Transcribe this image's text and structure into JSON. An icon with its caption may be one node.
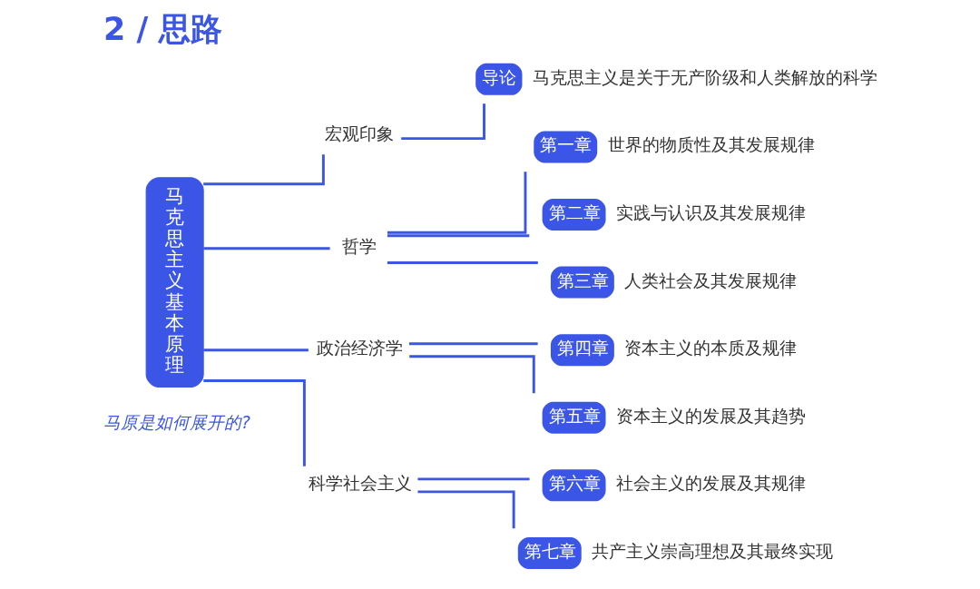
{
  "diagram": {
    "title": "2 / 思路",
    "nodes": [
      {
        "text": [
          "马克思主义基本原理"
        ]
      },
      {
        "text": [
          "宏观印象"
        ]
      },
      {
        "text": [
          "导论"
        ],
        "beside": [
          "马克思主义是关于无产阶级和人类解放的科学"
        ]
      },
      {
        "text": [
          "哲学"
        ]
      },
      {
        "text": [
          "第一章"
        ],
        "beside": [
          "世界的物质性及其发展规律"
        ]
      },
      {
        "text": [
          "第二章"
        ],
        "beside": [
          "实践与认识及其发展规律"
        ]
      },
      {
        "text": [
          "第三章"
        ],
        "beside": [
          "人类社会及其发展规律"
        ]
      },
      {
        "text": [
          "政治经济学"
        ]
      },
      {
        "text": [
          "第四章"
        ],
        "beside": [
          "资本主义的本质及规律"
        ]
      },
      {
        "text": [
          "第五章"
        ],
        "beside": [
          "资本主义的发展及其趋势"
        ]
      },
      {
        "text": [
          "科学社会主义"
        ]
      },
      {
        "text": [
          "第六章"
        ],
        "beside": [
          "社会主义的发展及其规律"
        ]
      },
      {
        "text": [
          "第七章"
        ],
        "beside": [
          "共产主义崇高理想及其最终实现"
        ]
      }
    ],
    "edges": [
      {
        "from": 0,
        "to": 1,
        "arrow": "none"
      },
      {
        "from": 0,
        "to": 3,
        "arrow": "none"
      },
      {
        "from": 0,
        "to": 7,
        "arrow": "none"
      },
      {
        "from": 0,
        "to": 10,
        "arrow": "none"
      },
      {
        "from": 1,
        "to": 2,
        "arrow": "none"
      },
      {
        "from": 3,
        "to": 4,
        "arrow": "none"
      },
      {
        "from": 3,
        "to": 5,
        "arrow": "none"
      },
      {
        "from": 3,
        "to": 6,
        "arrow": "none"
      },
      {
        "from": 7,
        "to": 8,
        "arrow": "none"
      },
      {
        "from": 7,
        "to": 9,
        "arrow": "none"
      },
      {
        "from": 10,
        "to": 11,
        "arrow": "none"
      },
      {
        "from": 10,
        "to": 12,
        "arrow": "none"
      }
    ],
    "labels": [
      "马原是如何展开的?"
    ]
  }
}
